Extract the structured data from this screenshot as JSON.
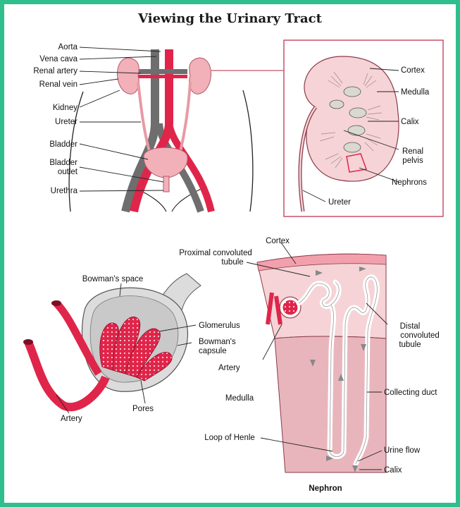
{
  "title": "Viewing the Urinary Tract",
  "colors": {
    "frame": "#2ebf8c",
    "artery_red": "#e0254a",
    "vein_gray": "#6e6e6e",
    "kidney_pink": "#f2b0b8",
    "tissue_pink": "#f6d3d6",
    "medulla_pink": "#e9b5bc",
    "inset_border": "#c8506a"
  },
  "body_labels": {
    "aorta": "Aorta",
    "vena_cava": "Vena cava",
    "renal_artery": "Renal artery",
    "renal_vein": "Renal vein",
    "kidney": "Kidney",
    "ureter": "Ureter",
    "bladder": "Bladder",
    "bladder_outlet_1": "Bladder",
    "bladder_outlet_2": "outlet",
    "urethra": "Urethra"
  },
  "kidney_labels": {
    "cortex": "Cortex",
    "medulla": "Medulla",
    "calix": "Calix",
    "renal_pelvis_1": "Renal",
    "renal_pelvis_2": "pelvis",
    "nephrons": "Nephrons",
    "ureter": "Ureter"
  },
  "glomerulus_labels": {
    "bowmans_space": "Bowman's space",
    "glomerulus": "Glomerulus",
    "bowmans_capsule_1": "Bowman's",
    "bowmans_capsule_2": "capsule",
    "artery_small": "Artery",
    "pores": "Pores",
    "artery": "Artery"
  },
  "nephron_labels": {
    "cortex": "Cortex",
    "proximal_1": "Proximal convoluted",
    "proximal_2": "tubule",
    "distal_1": "Distal",
    "distal_2": "convoluted",
    "distal_3": "tubule",
    "medulla": "Medulla",
    "collecting_duct": "Collecting duct",
    "loop_of_henle": "Loop of Henle",
    "urine_flow": "Urine flow",
    "calix": "Calix",
    "caption": "Nephron"
  }
}
